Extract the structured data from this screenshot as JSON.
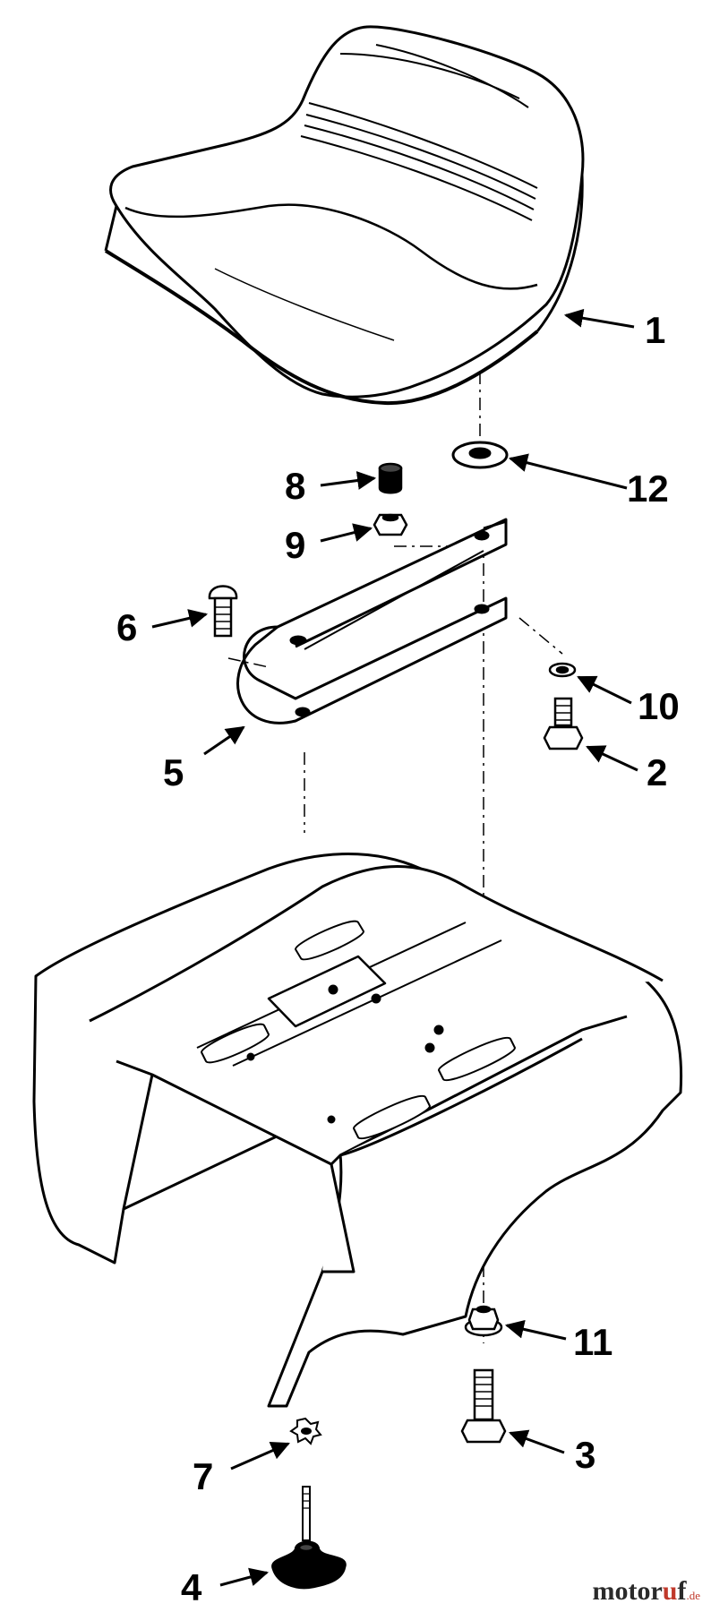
{
  "callouts": {
    "c1": "1",
    "c2": "2",
    "c3": "3",
    "c4": "4",
    "c5": "5",
    "c6": "6",
    "c7": "7",
    "c8": "8",
    "c9": "9",
    "c10": "10",
    "c11": "11",
    "c12": "12"
  },
  "watermark": {
    "brand_a": "motor",
    "brand_u": "u",
    "brand_b": "f",
    "domain": ".de"
  },
  "colors": {
    "ink": "#000000",
    "paper": "#ffffff",
    "accent": "#c0392b"
  }
}
